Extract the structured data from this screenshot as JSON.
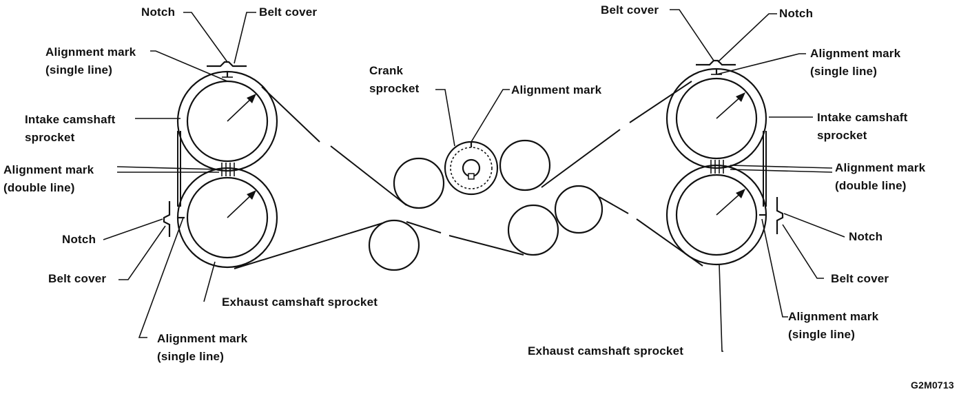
{
  "labels": {
    "left_notch_top": "Notch",
    "left_belt_cover_top": "Belt cover",
    "left_align_single_top": "Alignment mark\n(single line)",
    "left_intake": "Intake camshaft\nsprocket",
    "left_align_double": "Alignment mark\n(double line)",
    "left_notch_bottom": "Notch",
    "left_belt_cover_bottom": "Belt cover",
    "left_exhaust": "Exhaust camshaft sprocket",
    "left_align_single_bottom": "Alignment mark\n(single line)",
    "crank_sprocket": "Crank\nsprocket",
    "crank_align": "Alignment mark",
    "right_belt_cover_top": "Belt cover",
    "right_notch_top": "Notch",
    "right_align_single_top": "Alignment mark\n(single line)",
    "right_intake": "Intake camshaft\nsprocket",
    "right_align_double": "Alignment mark\n(double line)",
    "right_notch_bottom": "Notch",
    "right_belt_cover_bottom": "Belt cover",
    "right_align_single_bottom": "Alignment mark\n(single line)",
    "right_exhaust": "Exhaust camshaft sprocket",
    "figure_code": "G2M0713"
  },
  "colors": {
    "ink": "#111111",
    "background": "#ffffff"
  }
}
